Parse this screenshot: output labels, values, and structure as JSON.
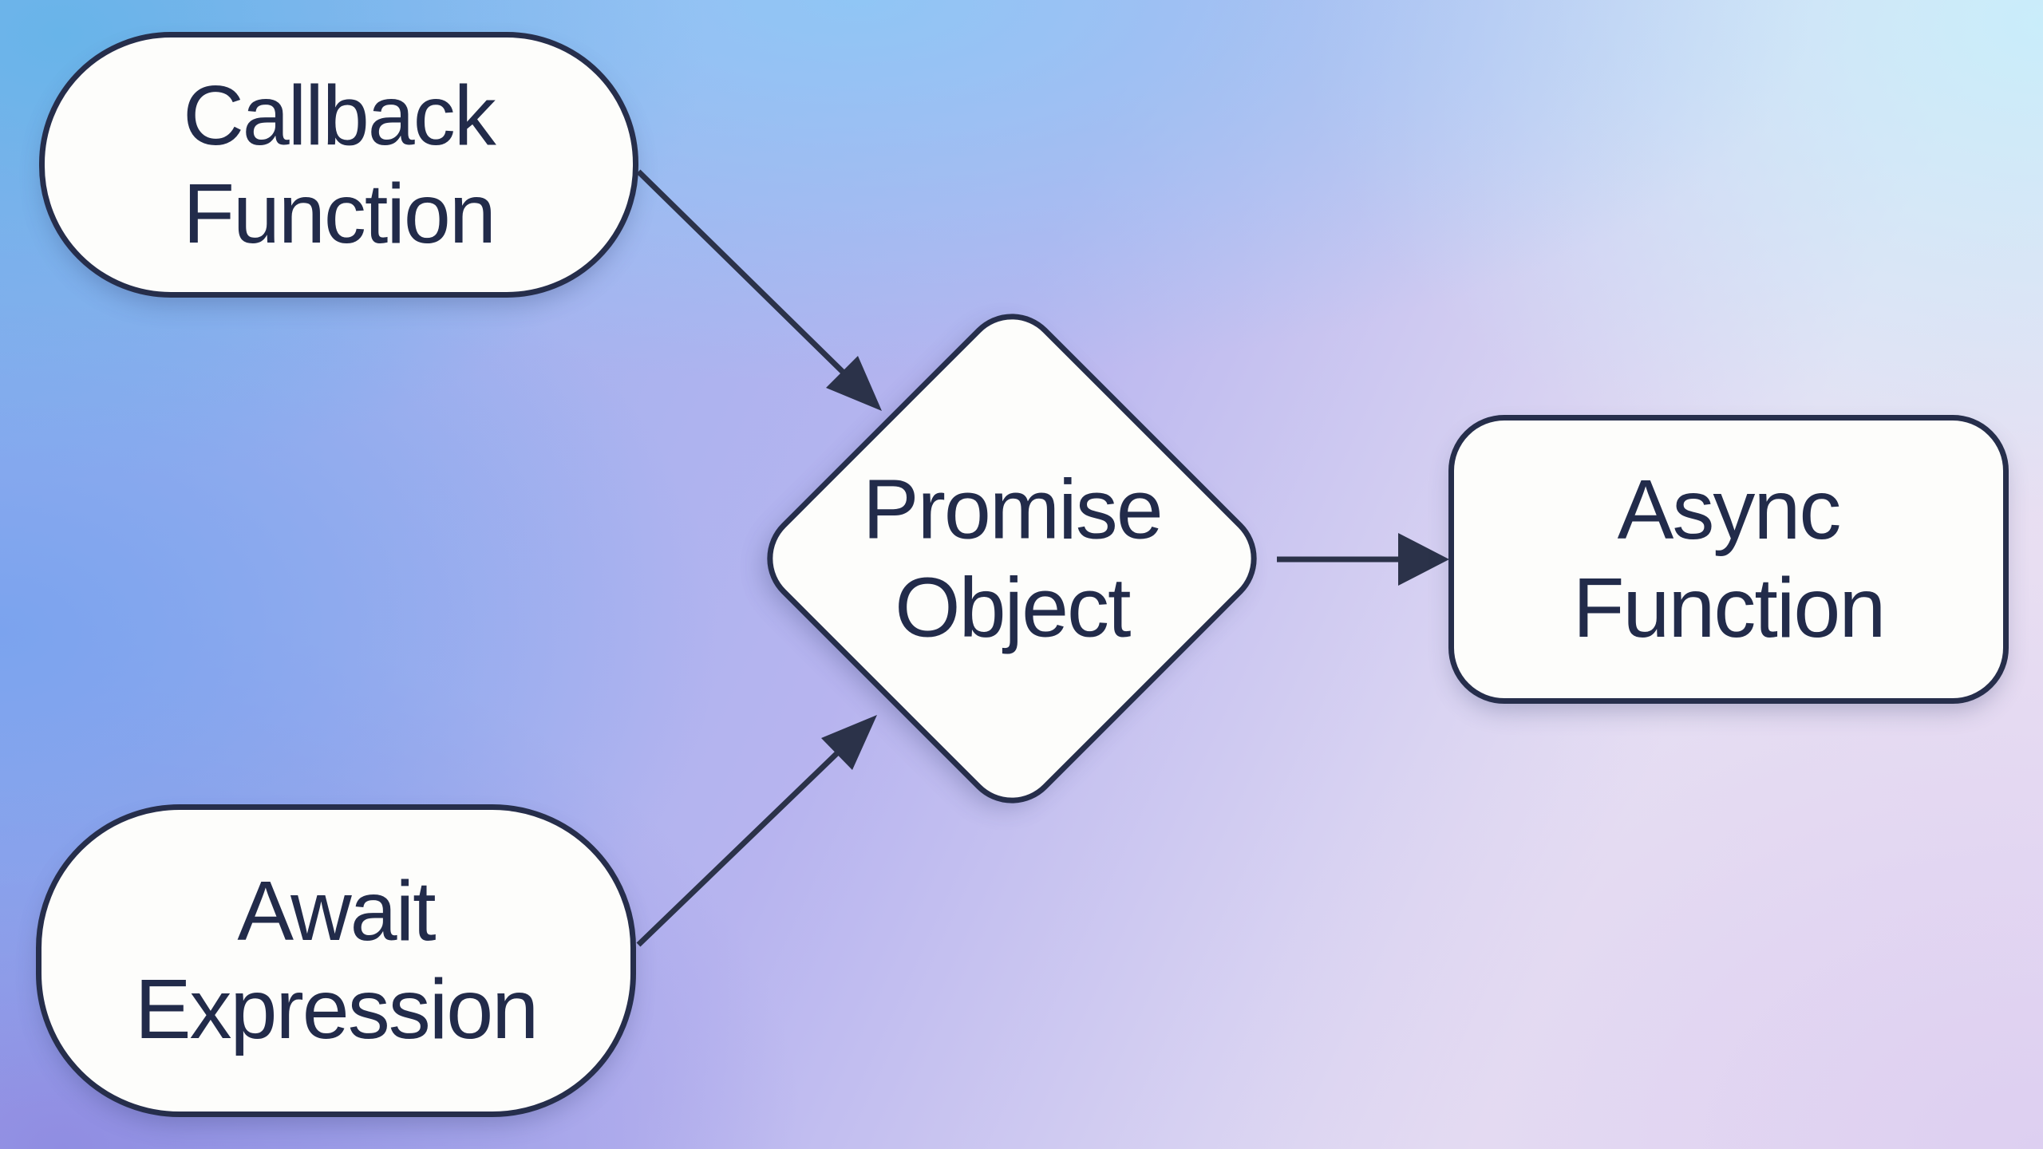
{
  "diagram": {
    "type": "flowchart",
    "nodes": {
      "callback": {
        "shape": "stadium",
        "line1": "Callback",
        "line2": "Function",
        "label": "Callback Function"
      },
      "await_expr": {
        "shape": "stadium",
        "line1": "Await",
        "line2": "Expression",
        "label": "Await Expression"
      },
      "promise": {
        "shape": "diamond",
        "line1": "Promise",
        "line2": "Object",
        "label": "Promise Object"
      },
      "async_fn": {
        "shape": "rounded-rectangle",
        "line1": "Async",
        "line2": "Function",
        "label": "Async Function"
      }
    },
    "edges": [
      {
        "from": "Callback Function",
        "to": "Promise Object",
        "style": "solid-arrow"
      },
      {
        "from": "Await Expression",
        "to": "Promise Object",
        "style": "solid-arrow"
      },
      {
        "from": "Promise Object",
        "to": "Async Function",
        "style": "solid-arrow"
      }
    ],
    "colors": {
      "node_fill": "#fdfdfb",
      "node_border": "#262e4b",
      "node_text": "#222b4a",
      "arrow": "#2b3249",
      "bg_top_left": "#68b4e9",
      "bg_mid_left": "#7ba3ee",
      "bg_bottom_left": "#908de2",
      "bg_top_right": "#c9edfa",
      "bg_mid_right": "#e6e6f2",
      "bg_bottom_right": "#dfd0f1"
    }
  }
}
